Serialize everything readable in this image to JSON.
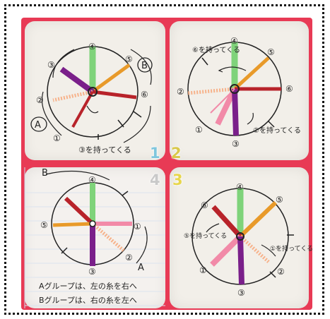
{
  "panels": {
    "p1": {
      "step_number": "1",
      "positions": [
        "①",
        "②",
        "③",
        "④",
        "⑤",
        "⑥"
      ],
      "group_a": "A",
      "group_b": "B",
      "caption": "③を持ってくる"
    },
    "p2": {
      "step_number": "2",
      "positions": [
        "①",
        "②",
        "③",
        "④",
        "⑤",
        "⑥"
      ],
      "note_top": "⑥を持ってくる",
      "note_bottom": "②を持ってくる"
    },
    "p3": {
      "step_number": "4",
      "positions": [
        "①",
        "②",
        "③",
        "④",
        "⑤"
      ],
      "group_a": "A",
      "group_b": "B",
      "line1": "Aグループは、左の糸を右へ",
      "line2": "Bグループは、右の糸を左へ"
    },
    "p4": {
      "step_number": "3",
      "positions": [
        "①",
        "②",
        "③",
        "④",
        "⑤",
        "⑥"
      ],
      "note_left": "⑤を持ってくる",
      "note_right": "①を持ってくる"
    }
  },
  "colors": {
    "board": "#e83a55",
    "green": "#7fd37a",
    "orange": "#e89a2a",
    "red": "#b8232a",
    "pink": "#f28aa8",
    "purple": "#7a1f8a",
    "peach": "#f7b28a"
  }
}
